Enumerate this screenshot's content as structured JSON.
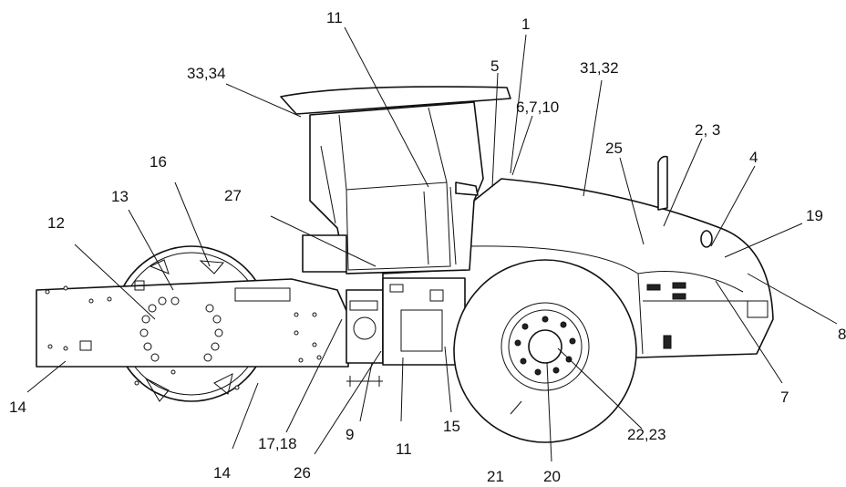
{
  "callouts": [
    {
      "text": "1"
    },
    {
      "text": "2, 3"
    },
    {
      "text": "4"
    },
    {
      "text": "5"
    },
    {
      "text": "6,7,10"
    },
    {
      "text": "7"
    },
    {
      "text": "8"
    },
    {
      "text": "9"
    },
    {
      "text": "11"
    },
    {
      "text": "11"
    },
    {
      "text": "12"
    },
    {
      "text": "13"
    },
    {
      "text": "14"
    },
    {
      "text": "14"
    },
    {
      "text": "15"
    },
    {
      "text": "16"
    },
    {
      "text": "17,18"
    },
    {
      "text": "19"
    },
    {
      "text": "20"
    },
    {
      "text": "21"
    },
    {
      "text": "22,23"
    },
    {
      "text": "25"
    },
    {
      "text": "26"
    },
    {
      "text": "27"
    },
    {
      "text": "31,32"
    },
    {
      "text": "33,34"
    }
  ],
  "colors": {
    "line": "#111111",
    "background": "#ffffff"
  }
}
